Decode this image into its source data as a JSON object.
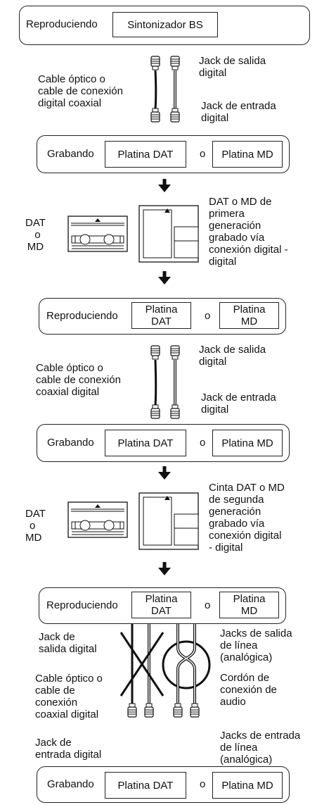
{
  "section1": {
    "playing_label": "Reproduciendo",
    "source_label": "Sintonizador BS",
    "cable_label": [
      "Cable óptico o",
      "cable de conexión",
      "digital coaxial"
    ],
    "out_jack": [
      "Jack de salida",
      "digital"
    ],
    "in_jack": [
      "Jack de entrada",
      "digital"
    ]
  },
  "record1": {
    "recording_label": "Grabando",
    "dat": "Platina DAT",
    "or": "o",
    "md": "Platina MD"
  },
  "gen1": {
    "media_label": [
      "DAT",
      "o",
      "MD"
    ],
    "desc": [
      "DAT o MD de",
      "primera",
      "generación",
      "grabado vía",
      "conexión digital -",
      "digital"
    ]
  },
  "play2": {
    "playing_label": "Reproduciendo",
    "dat": [
      "Platina",
      "DAT"
    ],
    "or": "o",
    "md": [
      "Platina",
      "MD"
    ]
  },
  "section2": {
    "cable_label": [
      "Cable óptico o",
      "cable de conexión",
      "coaxial digital"
    ],
    "out_jack": [
      "Jack de salida",
      "digital"
    ],
    "in_jack": [
      "Jack de entrada",
      "digital"
    ]
  },
  "record2": {
    "recording_label": "Grabando",
    "dat": "Platina DAT",
    "or": "o",
    "md": "Platina MD"
  },
  "gen2": {
    "media_label": [
      "DAT",
      "o",
      "MD"
    ],
    "desc": [
      "Cinta DAT o MD",
      "de segunda",
      "generación",
      "grabado vía",
      "conexión digital",
      "- digital"
    ]
  },
  "play3": {
    "playing_label": "Reproduciendo",
    "dat": [
      "Platina",
      "DAT"
    ],
    "or": "o",
    "md": [
      "Platina",
      "MD"
    ]
  },
  "section3": {
    "digital_out": [
      "Jack de",
      "salida digital"
    ],
    "line_out": [
      "Jacks de salida",
      "de línea",
      "(analógica)"
    ],
    "cable_label": [
      "Cable óptico o",
      "cable de",
      "conexión",
      "coaxial digital"
    ],
    "audio_cord": [
      "Cordón de",
      "conexión de",
      "audio"
    ],
    "digital_in": [
      "Jack de",
      "entrada digital"
    ],
    "line_in": [
      "Jacks de entrada",
      "de línea",
      "(analógica)"
    ]
  },
  "record3": {
    "recording_label": "Grabando",
    "dat": "Platina DAT",
    "or": "o",
    "md": "Platina MD"
  }
}
